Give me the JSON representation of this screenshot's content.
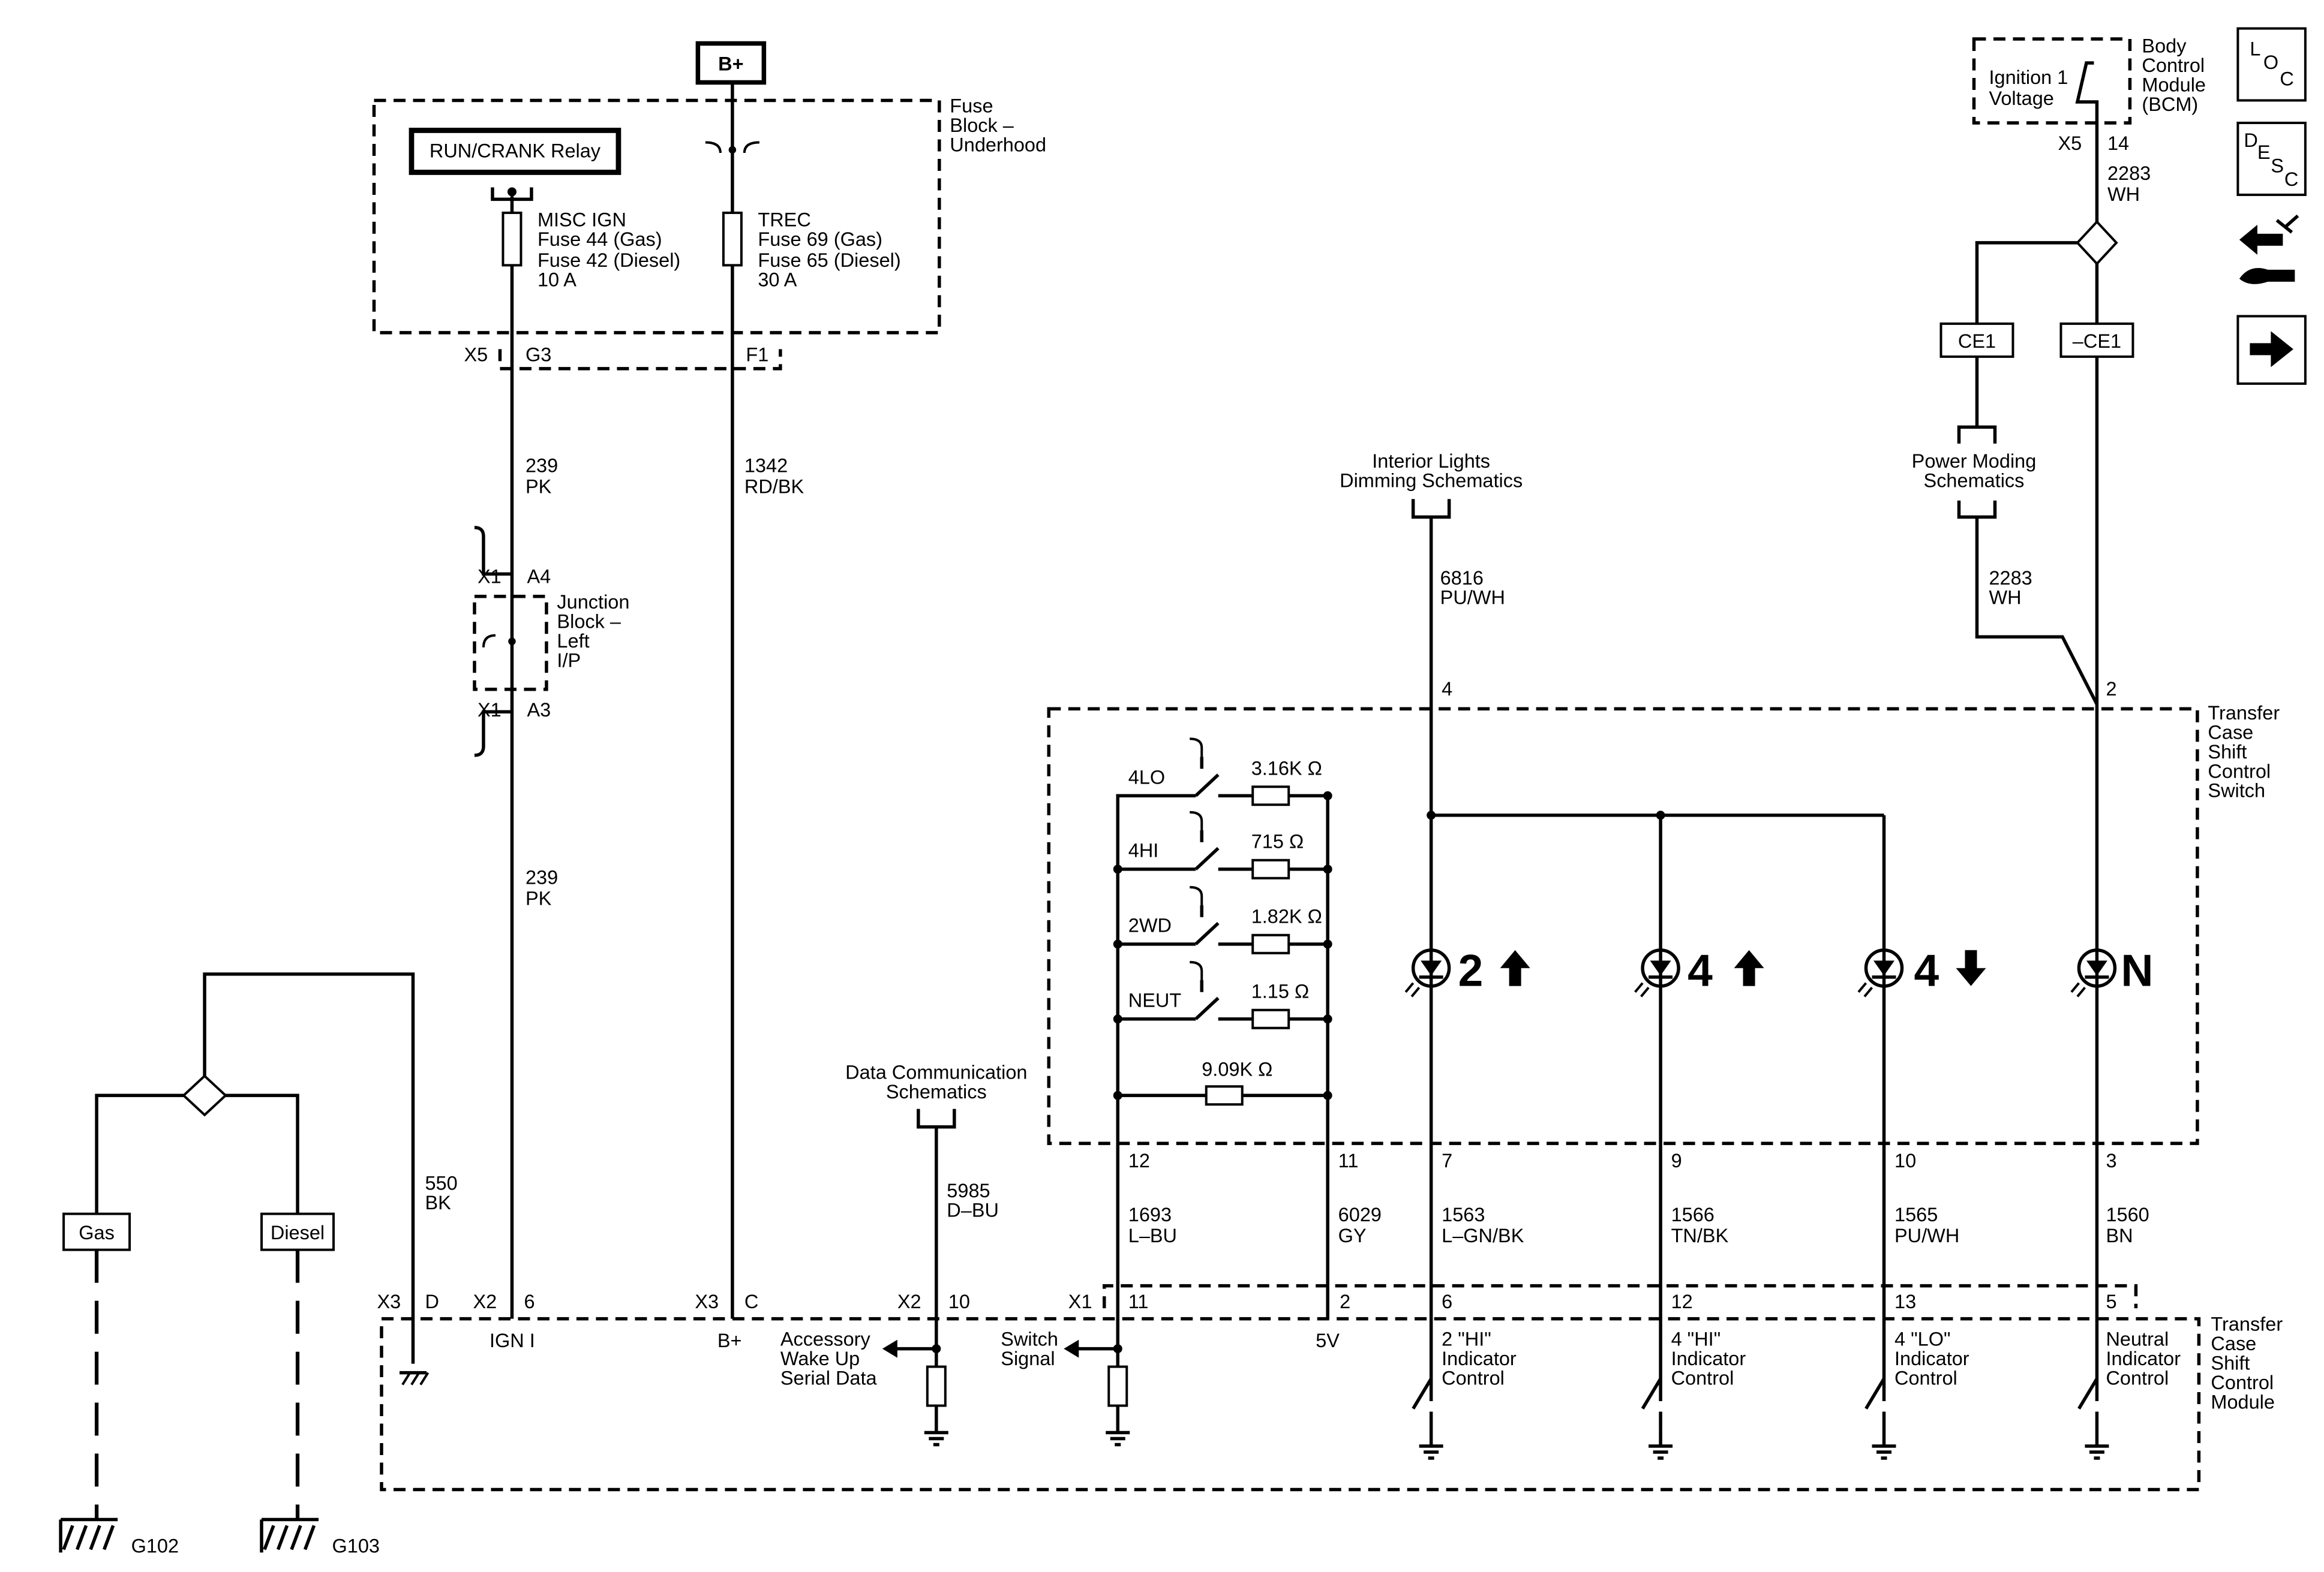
{
  "power": {
    "battery": "B+"
  },
  "fuse_block": {
    "title": [
      "Fuse",
      "Block –",
      "Underhood"
    ],
    "relay": "RUN/CRANK Relay",
    "fuse1": [
      "MISC IGN",
      "Fuse 44 (Gas)",
      "Fuse 42 (Diesel)",
      "10 A"
    ],
    "fuse2": [
      "TREC",
      "Fuse 69 (Gas)",
      "Fuse 65 (Diesel)",
      "30 A"
    ],
    "connector": "X5",
    "pin1": "G3",
    "pin2": "F1"
  },
  "bcm": {
    "title": [
      "Body",
      "Control",
      "Module",
      "(BCM)"
    ],
    "signal": [
      "Ignition 1",
      "Voltage"
    ],
    "connector": "X5",
    "pin": "14",
    "wire": [
      "2283",
      "WH"
    ]
  },
  "icons": {
    "loc": [
      "L",
      "O",
      "C"
    ],
    "desc": [
      "D",
      "E",
      "S",
      "C"
    ],
    "connector_views": "connector-views-icon",
    "next_page": "arrow-right-icon"
  },
  "ce": {
    "left": "CE1",
    "right": "–CE1"
  },
  "refs": {
    "power_moding": [
      "Power Moding",
      "Schematics"
    ],
    "interior_lights": [
      "Interior Lights",
      "Dimming Schematics"
    ],
    "data_comm": [
      "Data Communication",
      "Schematics"
    ]
  },
  "wires": {
    "w239a": [
      "239",
      "PK"
    ],
    "w239b": [
      "239",
      "PK"
    ],
    "w1342": [
      "1342",
      "RD/BK"
    ],
    "w550": [
      "550",
      "BK"
    ],
    "w5985": [
      "5985",
      "D–BU"
    ],
    "w6816": [
      "6816",
      "PU/WH"
    ],
    "w2283b": [
      "2283",
      "WH"
    ],
    "w1693": [
      "1693",
      "L–BU"
    ],
    "w6029": [
      "6029",
      "GY"
    ],
    "w1563": [
      "1563",
      "L–GN/BK"
    ],
    "w1566": [
      "1566",
      "TN/BK"
    ],
    "w1565": [
      "1565",
      "PU/WH"
    ],
    "w1560": [
      "1560",
      "BN"
    ]
  },
  "junction_block": {
    "title": [
      "Junction",
      "Block –",
      "Left",
      "I/P"
    ],
    "top": {
      "connector": "X1",
      "pin": "A4"
    },
    "bottom": {
      "connector": "X1",
      "pin": "A3"
    }
  },
  "ground_split": {
    "left": "Gas",
    "right": "Diesel"
  },
  "grounds": {
    "g1": "G102",
    "g2": "G103"
  },
  "switch": {
    "title": [
      "Transfer",
      "Case",
      "Shift",
      "Control",
      "Switch"
    ],
    "pins_top": {
      "p4": "4",
      "p2": "2"
    },
    "positions": [
      {
        "label": "4LO",
        "resistor": "3.16K"
      },
      {
        "label": "4HI",
        "resistor": "715"
      },
      {
        "label": "2WD",
        "resistor": "1.82K"
      },
      {
        "label": "NEUT",
        "resistor": "1.15"
      }
    ],
    "fixed_resistor": "9.09K",
    "ohm": "Ω",
    "indicators": [
      {
        "symbol": "2",
        "arrow": "up"
      },
      {
        "symbol": "4",
        "arrow": "up"
      },
      {
        "symbol": "4",
        "arrow": "down"
      },
      {
        "symbol": "N",
        "arrow": ""
      }
    ],
    "pins_bottom": [
      "12",
      "11",
      "7",
      "9",
      "10",
      "3"
    ]
  },
  "module": {
    "title": [
      "Transfer",
      "Case",
      "Shift",
      "Control",
      "Module"
    ],
    "terminals": {
      "x3d": {
        "connector": "X3",
        "pin": "D"
      },
      "x26": {
        "connector": "X2",
        "pin": "6",
        "label": "IGN I"
      },
      "x3c": {
        "connector": "X3",
        "pin": "C",
        "label": "B+"
      },
      "x210": {
        "connector": "X2",
        "pin": "10",
        "label": [
          "Accessory",
          "Wake Up",
          "Serial Data"
        ]
      },
      "x111": {
        "connector": "X1",
        "pin": "11",
        "label": [
          "Switch",
          "Signal"
        ]
      },
      "p2": {
        "pin": "2",
        "label": "5V"
      },
      "p6": {
        "pin": "6",
        "label": [
          "2 \"HI\"",
          "Indicator",
          "Control"
        ]
      },
      "p12": {
        "pin": "12",
        "label": [
          "4 \"HI\"",
          "Indicator",
          "Control"
        ]
      },
      "p13": {
        "pin": "13",
        "label": [
          "4 \"LO\"",
          "Indicator",
          "Control"
        ]
      },
      "p5": {
        "pin": "5",
        "label": [
          "Neutral",
          "Indicator",
          "Control"
        ]
      }
    }
  }
}
